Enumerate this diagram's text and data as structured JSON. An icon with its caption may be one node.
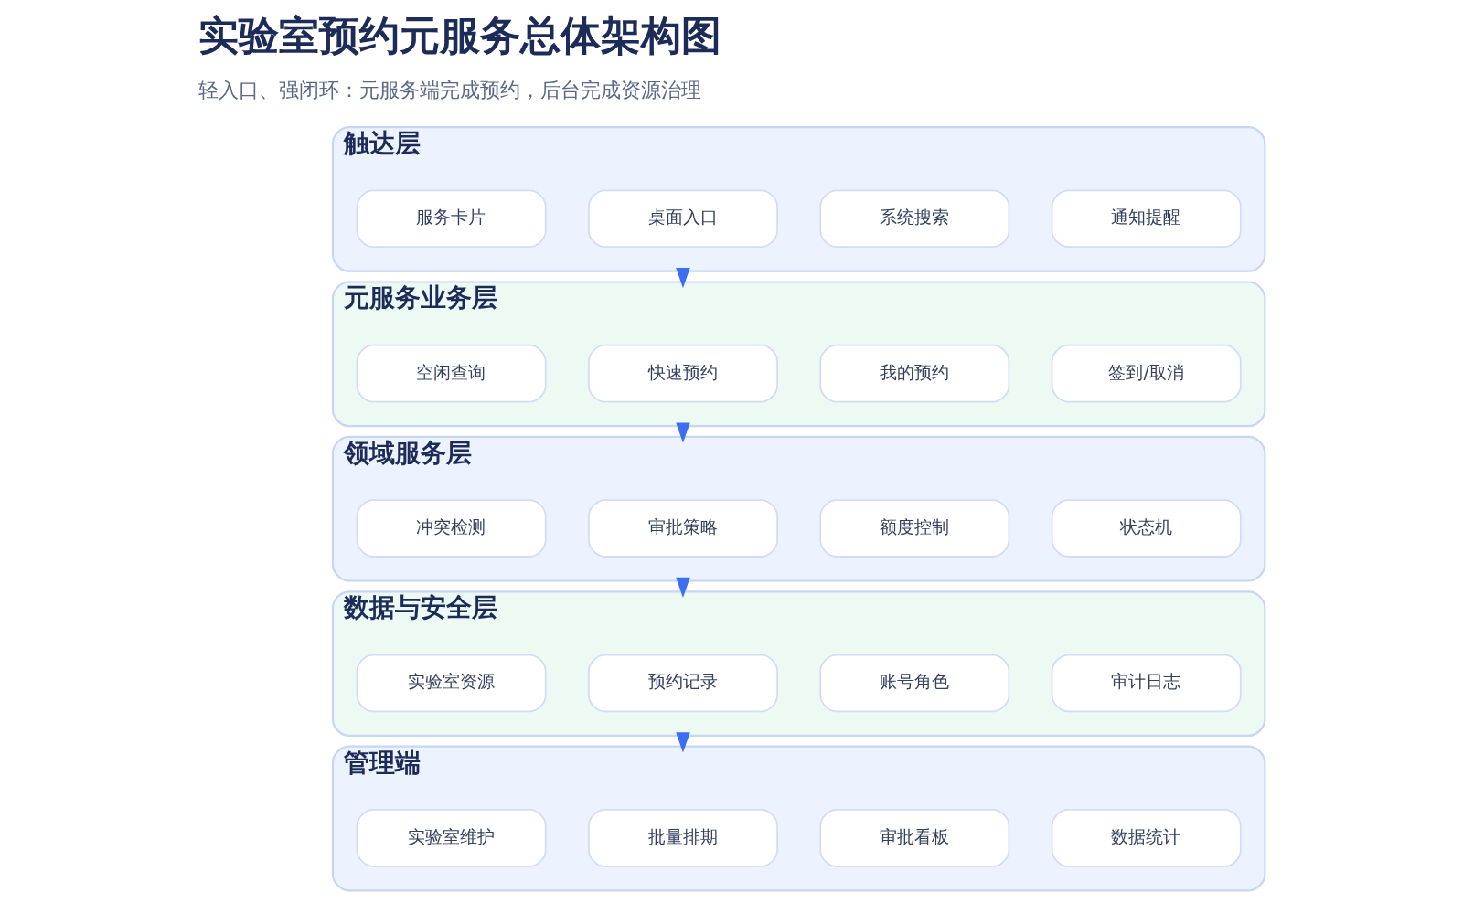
{
  "diagram": {
    "title": "实验室预约元服务总体架构图",
    "nodes": [
      {
        "text": [
          "触达层"
        ]
      },
      {
        "text": [
          "服务卡片"
        ],
        "in": 0
      },
      {
        "text": [
          "桌面入口"
        ],
        "in": 0
      },
      {
        "text": [
          "系统搜索"
        ],
        "in": 0
      },
      {
        "text": [
          "通知提醒"
        ],
        "in": 0
      },
      {
        "text": [
          "元服务业务层"
        ]
      },
      {
        "text": [
          "空闲查询"
        ],
        "in": 5
      },
      {
        "text": [
          "快速预约"
        ],
        "in": 5
      },
      {
        "text": [
          "我的预约"
        ],
        "in": 5
      },
      {
        "text": [
          "签到/取消"
        ],
        "in": 5
      },
      {
        "text": [
          "领域服务层"
        ]
      },
      {
        "text": [
          "冲突检测"
        ],
        "in": 10
      },
      {
        "text": [
          "审批策略"
        ],
        "in": 10
      },
      {
        "text": [
          "额度控制"
        ],
        "in": 10
      },
      {
        "text": [
          "状态机"
        ],
        "in": 10
      },
      {
        "text": [
          "数据与安全层"
        ]
      },
      {
        "text": [
          "实验室资源"
        ],
        "in": 15
      },
      {
        "text": [
          "预约记录"
        ],
        "in": 15
      },
      {
        "text": [
          "账号角色"
        ],
        "in": 15
      },
      {
        "text": [
          "审计日志"
        ],
        "in": 15
      },
      {
        "text": [
          "管理端"
        ]
      },
      {
        "text": [
          "实验室维护"
        ],
        "in": 20
      },
      {
        "text": [
          "批量排期"
        ],
        "in": 20
      },
      {
        "text": [
          "审批看板"
        ],
        "in": 20
      },
      {
        "text": [
          "数据统计"
        ],
        "in": 20
      }
    ],
    "edges": [
      {
        "from": 0,
        "to": 5,
        "arrow": "to"
      },
      {
        "from": 5,
        "to": 10,
        "arrow": "to"
      },
      {
        "from": 10,
        "to": 15,
        "arrow": "to"
      },
      {
        "from": 15,
        "to": 20,
        "arrow": "to"
      }
    ],
    "labels": [
      "轻入口、强闭环：元服务端完成预约，后台完成资源治理"
    ]
  }
}
